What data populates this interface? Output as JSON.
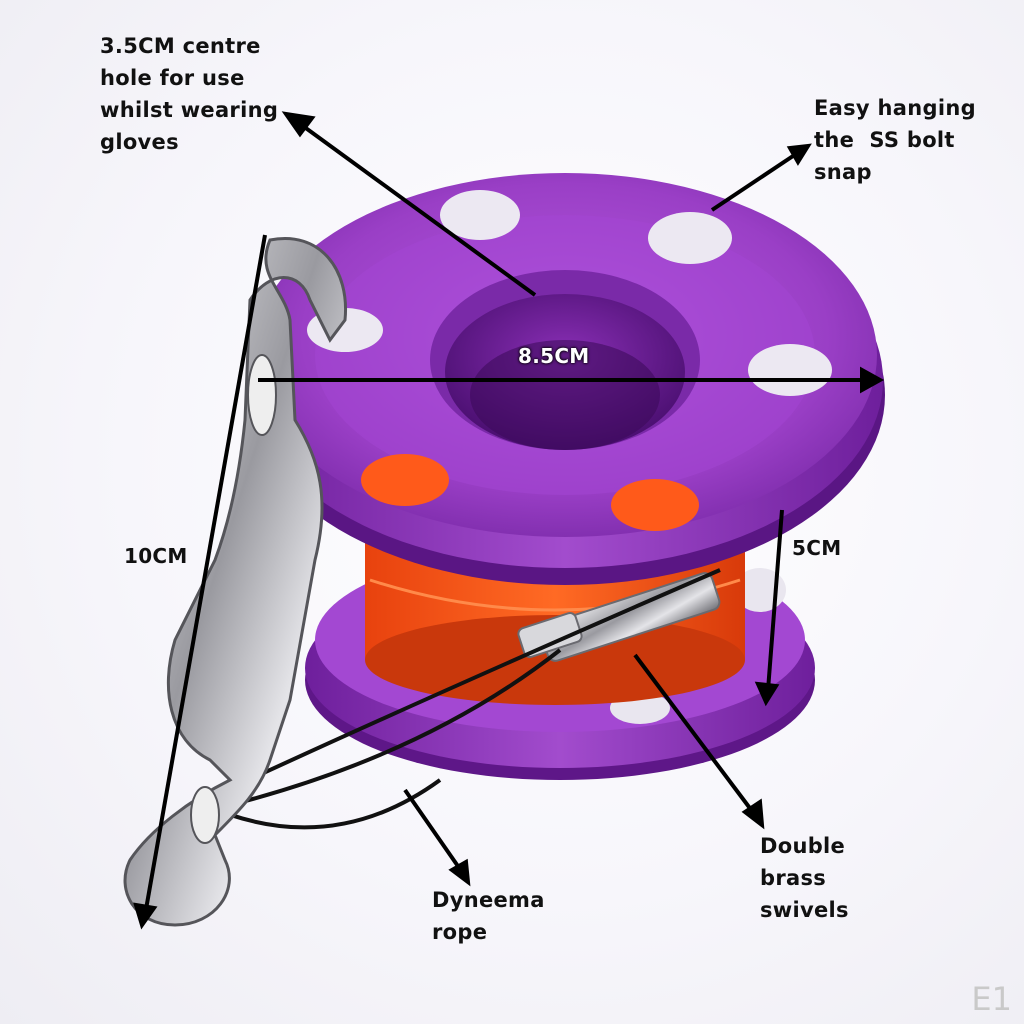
{
  "labels": {
    "centre_hole": [
      "3.5CM centre",
      "hole for use",
      "whilst wearing",
      "gloves"
    ],
    "bolt_snap": [
      "Easy hanging",
      "the  SS bolt",
      "snap"
    ],
    "diameter": "8.5CM",
    "snap_length": "10CM",
    "height": "5CM",
    "swivels": [
      "Double",
      "brass",
      "swivels"
    ],
    "rope": [
      "Dyneema",
      "rope"
    ]
  },
  "watermark": "E1",
  "colors": {
    "spool_purple": "#9a3fc6",
    "spool_dark": "#6a1f96",
    "line_orange": "#ff5a1a",
    "steel": "#c8c8cc",
    "arrow": "#000000"
  }
}
